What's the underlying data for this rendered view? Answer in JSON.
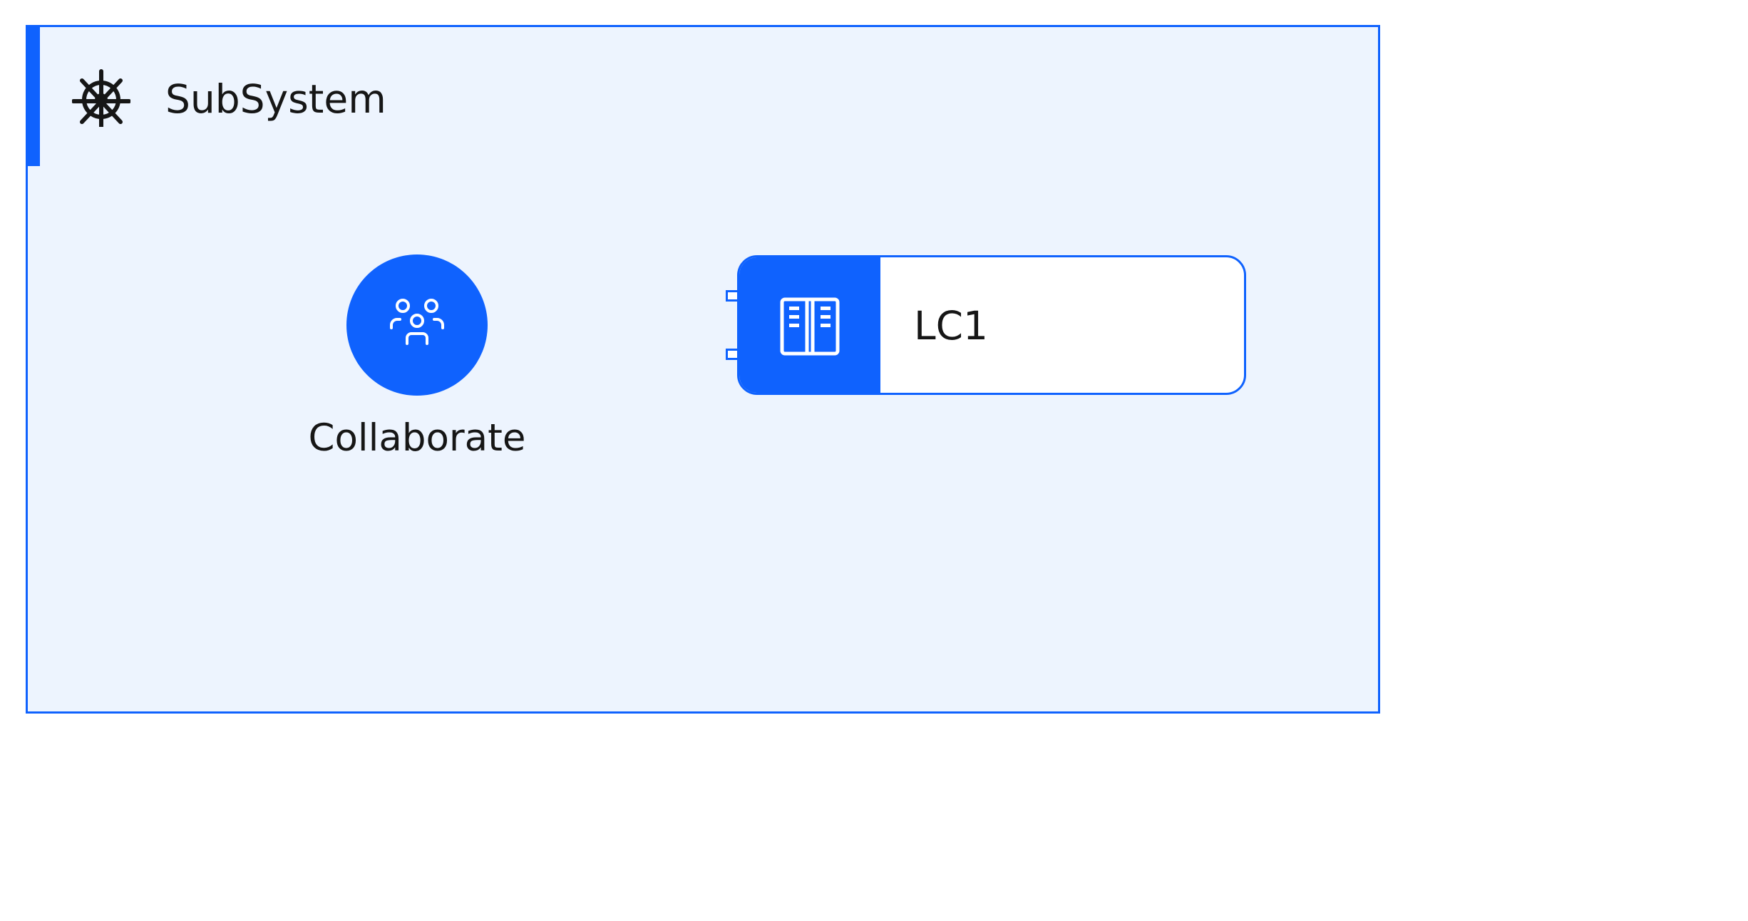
{
  "group": {
    "title": "SubSystem",
    "icon": "ship-wheel-icon"
  },
  "nodes": [
    {
      "label": "Collaborate",
      "icon": "collaborate-icon",
      "shape": "circle"
    },
    {
      "label": "LC1",
      "icon": "book-icon",
      "shape": "component"
    }
  ],
  "colors": {
    "accent": "#0f62fe",
    "group_fill": "#edf4fe",
    "node_fill": "#ffffff",
    "text": "#161616"
  }
}
